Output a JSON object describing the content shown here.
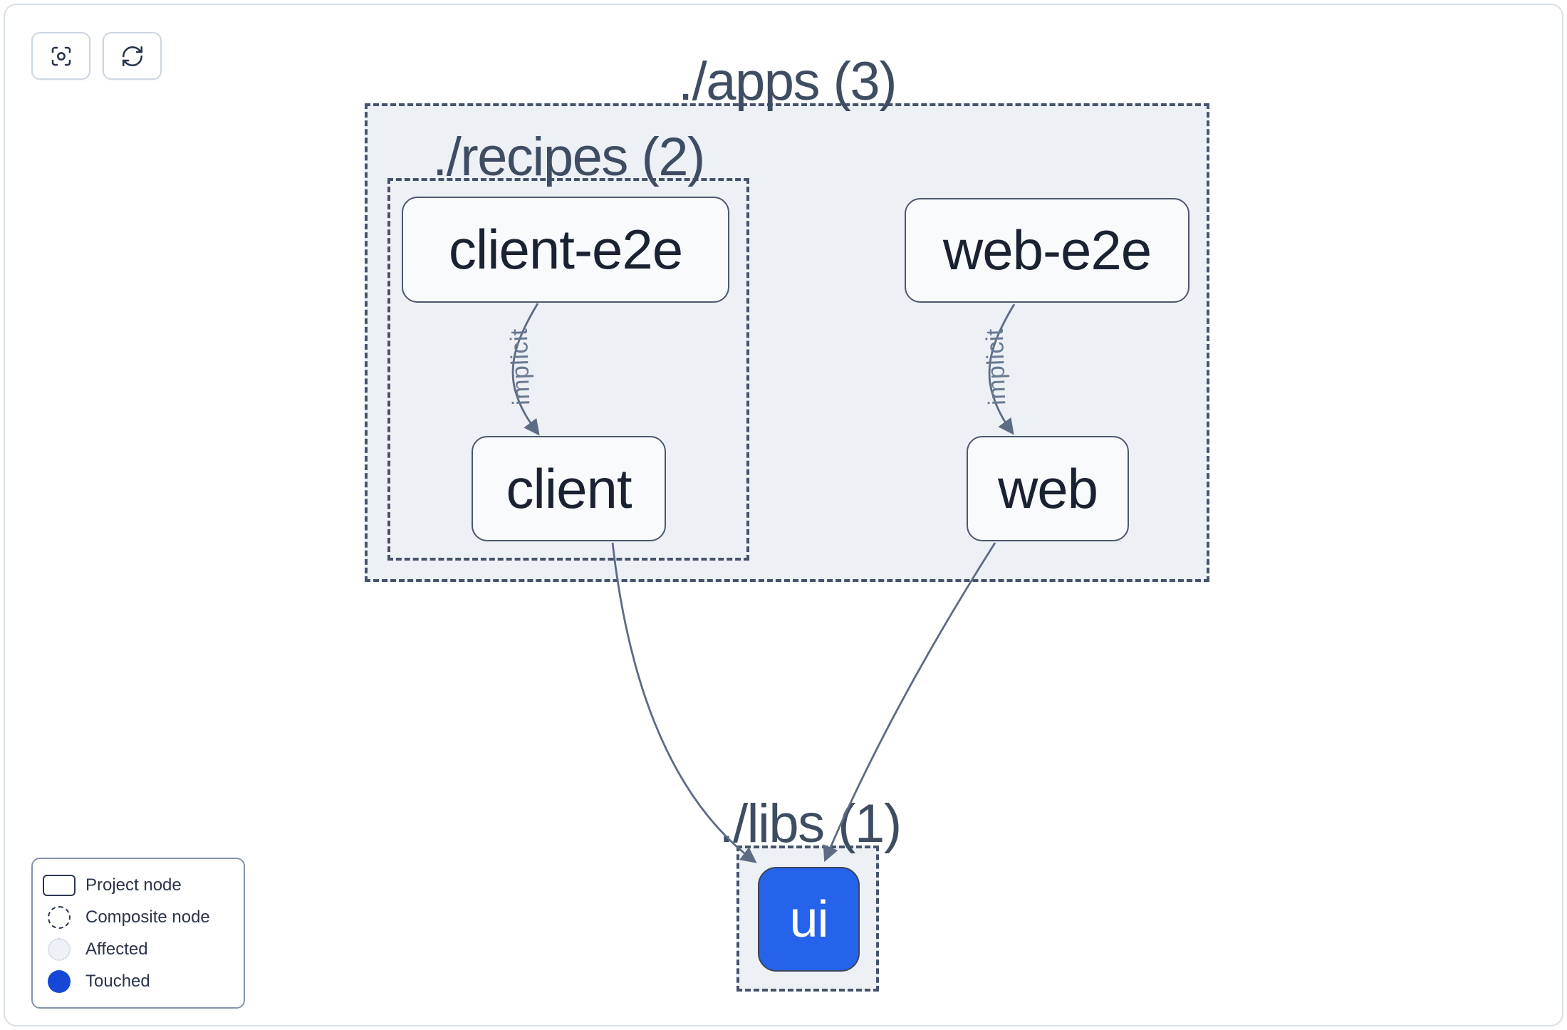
{
  "toolbar": {
    "buttons": [
      {
        "name": "center-graph",
        "icon": "scan-focus-icon"
      },
      {
        "name": "refresh-graph",
        "icon": "refresh-icon"
      }
    ]
  },
  "graph": {
    "groups": [
      {
        "id": "apps",
        "label": "./apps (3)",
        "project_count": 3
      },
      {
        "id": "recipes",
        "label": "./recipes (2)",
        "project_count": 2
      },
      {
        "id": "libs",
        "label": "./libs (1)",
        "project_count": 1
      }
    ],
    "nodes": [
      {
        "id": "client-e2e",
        "label": "client-e2e",
        "state": "default",
        "parent": "./apps/recipes"
      },
      {
        "id": "web-e2e",
        "label": "web-e2e",
        "state": "default",
        "parent": "./apps"
      },
      {
        "id": "client",
        "label": "client",
        "state": "default",
        "parent": "./apps/recipes"
      },
      {
        "id": "web",
        "label": "web",
        "state": "default",
        "parent": "./apps"
      },
      {
        "id": "ui",
        "label": "ui",
        "state": "touched",
        "parent": "./libs"
      }
    ],
    "edges": [
      {
        "from": "client-e2e",
        "to": "client",
        "label": "implicit"
      },
      {
        "from": "web-e2e",
        "to": "web",
        "label": "implicit"
      },
      {
        "from": "client",
        "to": "ui",
        "label": ""
      },
      {
        "from": "web",
        "to": "ui",
        "label": ""
      }
    ]
  },
  "legend": {
    "items": [
      {
        "label": "Project node",
        "swatch": "project-node"
      },
      {
        "label": "Composite node",
        "swatch": "composite-node"
      },
      {
        "label": "Affected",
        "swatch": "affected"
      },
      {
        "label": "Touched",
        "swatch": "touched"
      }
    ]
  },
  "colors": {
    "touched_node_blue": "#2563eb",
    "legend_touched_blue": "#1747d6",
    "group_background": "#edf0f5",
    "dashed_border": "#46536b",
    "edge": "#5d6b83",
    "node_background": "#f8fafc",
    "node_border": "#4b586e",
    "node_text": "#1a2232",
    "group_label_text": "#3f4d63"
  }
}
